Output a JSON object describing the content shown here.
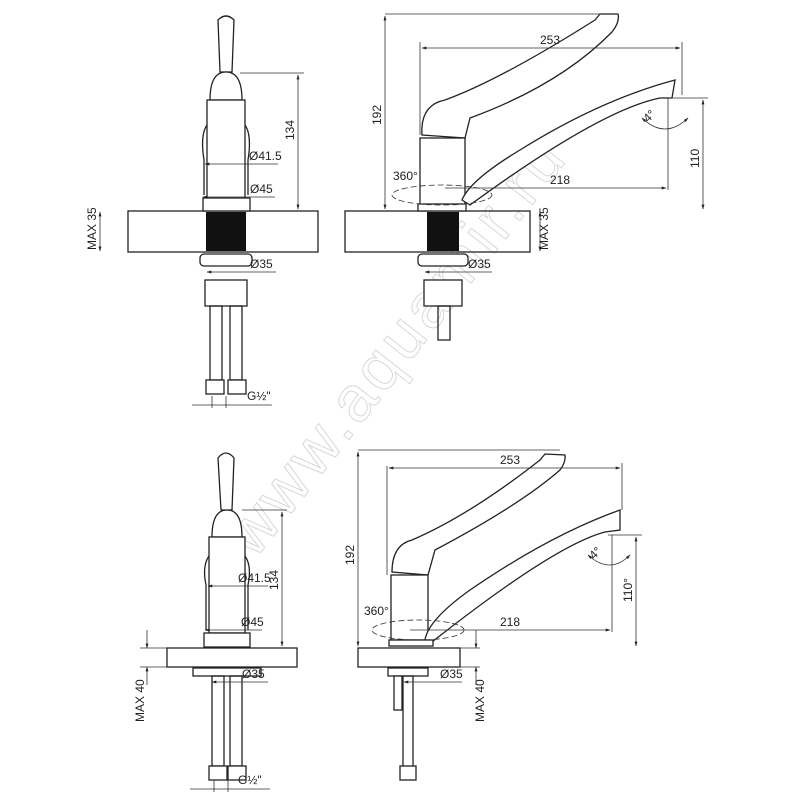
{
  "watermark": "www.aquamir.ru",
  "views": {
    "top_front": {
      "height": "134",
      "dia_body": "Ø41.5",
      "dia_base": "Ø45",
      "counter": "MAX 35",
      "dia_shank": "Ø35",
      "thread": "G½\""
    },
    "top_side": {
      "total_height": "192",
      "reach": "253",
      "spout_height": "110",
      "spout_reach": "218",
      "rotation": "360°",
      "tilt": "4°",
      "counter": "MAX 35",
      "dia_shank": "Ø35"
    },
    "bottom_front": {
      "height": "134",
      "dia_body": "Ø41.5",
      "dia_base": "Ø45",
      "counter": "MAX 40",
      "dia_shank": "Ø35",
      "thread": "G½\""
    },
    "bottom_side": {
      "total_height": "192",
      "reach": "253",
      "spout_height": "110°",
      "spout_reach": "218",
      "rotation": "360°",
      "tilt": "4°",
      "counter": "MAX 40",
      "dia_shank": "Ø35"
    }
  }
}
